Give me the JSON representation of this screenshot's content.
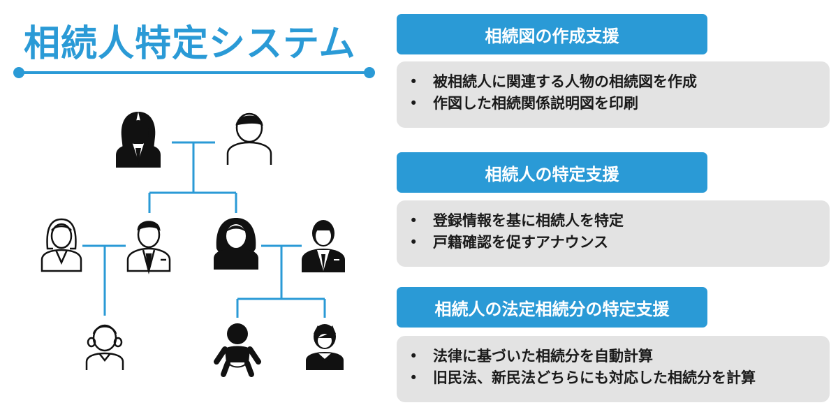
{
  "title": "相続人特定システム",
  "colors": {
    "accent": "#2a9ad6",
    "panel": "#e3e3e3",
    "icon": "#111111"
  },
  "sections": [
    {
      "header": "相続図の作成支援",
      "bullets": [
        "被相続人に関連する人物の相続図を作成",
        "作図した相続関係説明図を印刷"
      ]
    },
    {
      "header": "相続人の特定支援",
      "bullets": [
        "登録情報を基に相続人を特定",
        "戸籍確認を促すアナウンス"
      ]
    },
    {
      "header": "相続人の法定相続分の特定支援",
      "bullets": [
        "法律に基づいた相続分を自動計算",
        "旧民法、新民法どちらにも対応した相続分を計算"
      ]
    }
  ],
  "family_tree": {
    "people": [
      {
        "icon": "woman-solid-icon",
        "style": "solid"
      },
      {
        "icon": "man-outline-icon",
        "style": "outline"
      },
      {
        "icon": "woman-outline-icon",
        "style": "outline"
      },
      {
        "icon": "man-suit-outline-icon",
        "style": "outline"
      },
      {
        "icon": "woman-solid-icon",
        "style": "solid"
      },
      {
        "icon": "man-suit-solid-icon",
        "style": "solid"
      },
      {
        "icon": "girl-outline-icon",
        "style": "outline"
      },
      {
        "icon": "baby-solid-icon",
        "style": "solid"
      },
      {
        "icon": "boy-solid-icon",
        "style": "solid"
      }
    ]
  }
}
